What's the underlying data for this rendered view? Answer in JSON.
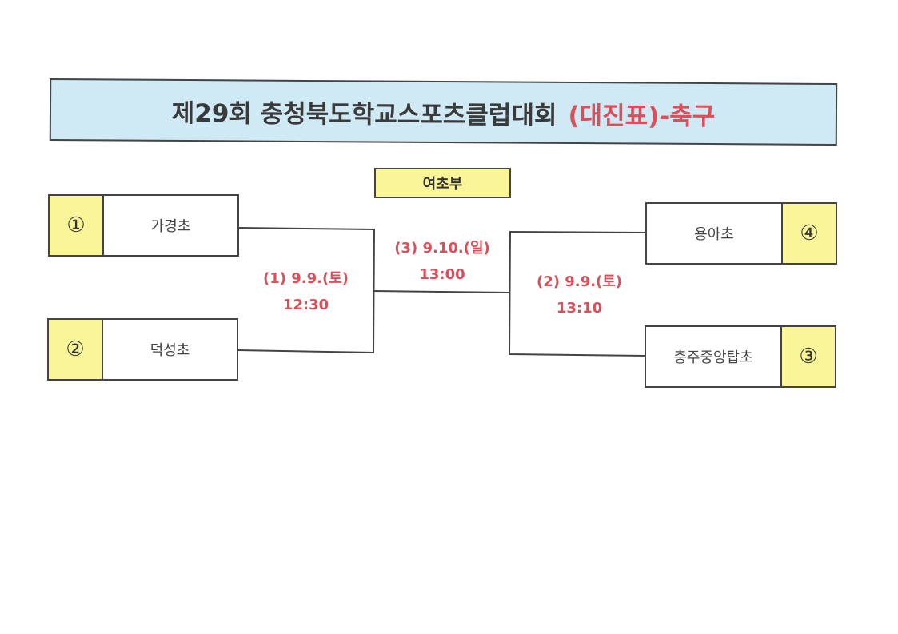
{
  "title": {
    "main": "제29회 충청북도학교스포츠클럽대회",
    "accent": "(대진표)-축구"
  },
  "division": "여초부",
  "teams": {
    "left_top": {
      "seed": "①",
      "name": "가경초"
    },
    "left_bottom": {
      "seed": "②",
      "name": "덕성초"
    },
    "right_top": {
      "seed": "④",
      "name": "용아초"
    },
    "right_bottom": {
      "seed": "③",
      "name": "충주중앙탑초"
    }
  },
  "matches": {
    "m1": {
      "label": "(1) 9.9.(토)",
      "time": "12:30"
    },
    "m2": {
      "label": "(2) 9.9.(토)",
      "time": "13:10"
    },
    "m3": {
      "label": "(3) 9.10.(일)",
      "time": "13:00"
    }
  },
  "colors": {
    "title_background": "#cfe9f5",
    "seed_background": "#fbf59a",
    "accent_red": "#d9505a",
    "line": "#444444"
  }
}
